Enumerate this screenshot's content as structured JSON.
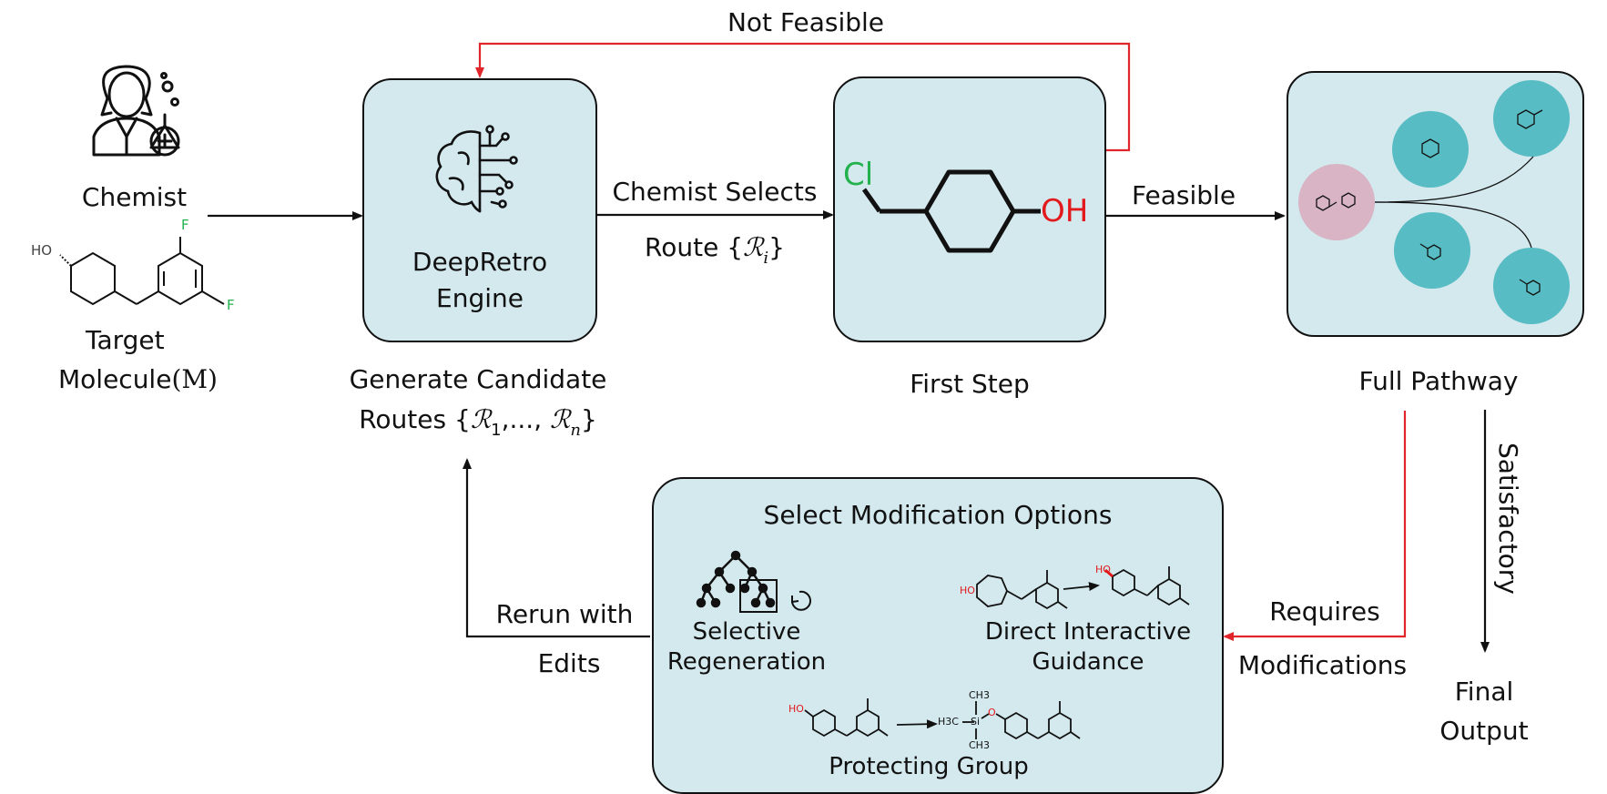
{
  "nodes": {
    "chemist": "Chemist",
    "target_line1": "Target",
    "target_line2": "Molecule",
    "target_symbol": "(M)",
    "engine_line1": "DeepRetro",
    "engine_line2": "Engine",
    "generate_line1": "Generate Candidate",
    "generate_line2_prefix": "Routes {",
    "generate_line2_math": "ℛ",
    "generate_line2_sub1": "1",
    "generate_line2_mid": ",..., ",
    "generate_line2_subn": "n",
    "generate_line2_suffix": "}",
    "first_step": "First Step",
    "full_pathway": "Full Pathway",
    "final_line1": "Final",
    "final_line2": "Output"
  },
  "edges": {
    "not_feasible": "Not Feasible",
    "chemist_selects": "Chemist Selects",
    "route_prefix": "Route {",
    "route_math": "ℛ",
    "route_sub": "i",
    "route_suffix": "}",
    "feasible": "Feasible",
    "satisfactory": "Satisfactory",
    "requires": "Requires",
    "modifications": "Modifications",
    "rerun_line1": "Rerun with",
    "rerun_line2": "Edits"
  },
  "modification_box": {
    "title": "Select Modification Options",
    "selective_line1": "Selective",
    "selective_line2": "Regeneration",
    "direct_line1": "Direct Interactive",
    "direct_line2": "Guidance",
    "protecting": "Protecting Group"
  },
  "molecule_atoms": {
    "cl": "Cl",
    "oh": "OH",
    "ho": "HO",
    "f": "F",
    "o": "O",
    "si": "Si",
    "ch3": "CH3",
    "h3c": "H3C"
  },
  "colors": {
    "box_fill": "#d3e9ee",
    "feedback_arrow": "#e0262b",
    "halogen_green": "#22b14c",
    "oxygen_red": "#e31a1c",
    "teal_circle": "#57bcc3",
    "pink_circle": "#d8b4c4"
  }
}
